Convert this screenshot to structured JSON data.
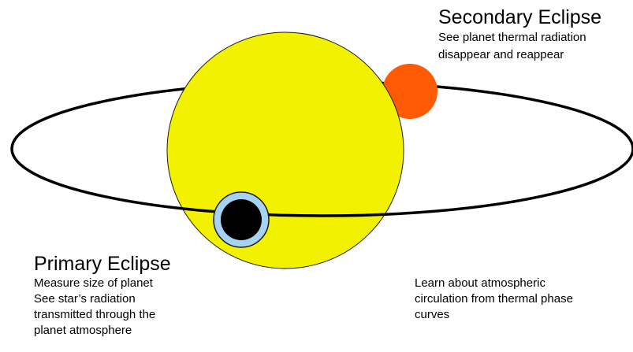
{
  "diagram": {
    "colors": {
      "star": "#f2f200",
      "hot_planet": "#ff5a05",
      "transiting_planet": "#000000",
      "planet_atmosphere": "#a6d2f4",
      "orbit": "#000000"
    },
    "secondary_eclipse": {
      "title": "Secondary Eclipse",
      "lines": [
        "See planet thermal radiation",
        "disappear and reappear"
      ]
    },
    "primary_eclipse": {
      "title": "Primary Eclipse",
      "lines": [
        "Measure size of planet",
        "See star’s radiation",
        "transmitted through the",
        "planet atmosphere"
      ]
    },
    "phase_curves": {
      "lines": [
        "Learn about atmospheric",
        "circulation from thermal phase",
        "curves"
      ]
    }
  }
}
